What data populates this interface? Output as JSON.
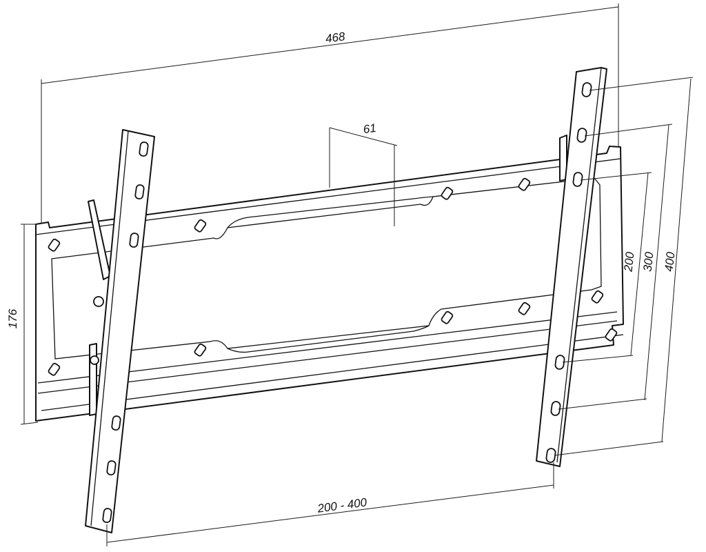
{
  "dimensions": {
    "overall_width": "468",
    "depth": "61",
    "plate_height": "176",
    "vesa_v1": "200",
    "vesa_v2": "300",
    "vesa_v3": "400",
    "vesa_horizontal": "200 - 400"
  },
  "colors": {
    "line": "#111111",
    "background": "#ffffff"
  }
}
